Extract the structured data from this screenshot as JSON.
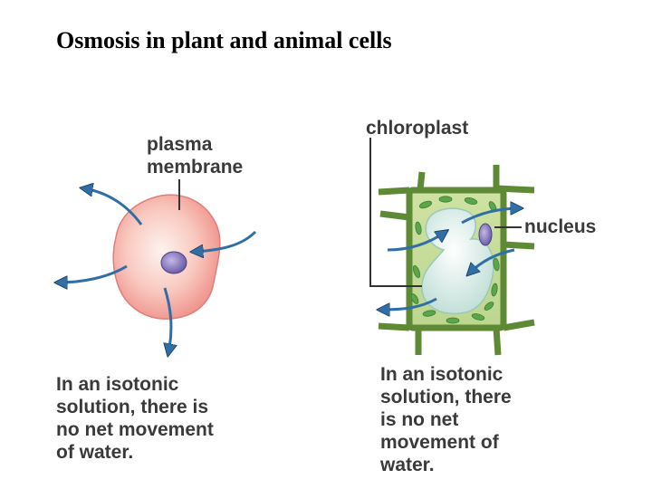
{
  "title": "Osmosis in plant and animal cells",
  "animal_cell": {
    "label_line1": "plasma",
    "label_line2": "membrane",
    "caption": "In an isotonic\nsolution, there is\nno net movement\nof water."
  },
  "plant_cell": {
    "chloroplast_label": "chloroplast",
    "nucleus_label": "nucleus",
    "caption": "In an isotonic\nsolution, there\nis no net\nmovement of\nwater."
  },
  "colors": {
    "arrow": "#2f6fa6",
    "cell_pink": "#f4a8a0",
    "nucleus_purple": "#8a7bc0",
    "cell_wall_green": "#5f8a35",
    "chloroplast_green": "#5aa64a",
    "vacuole": "#e4f2ee"
  }
}
